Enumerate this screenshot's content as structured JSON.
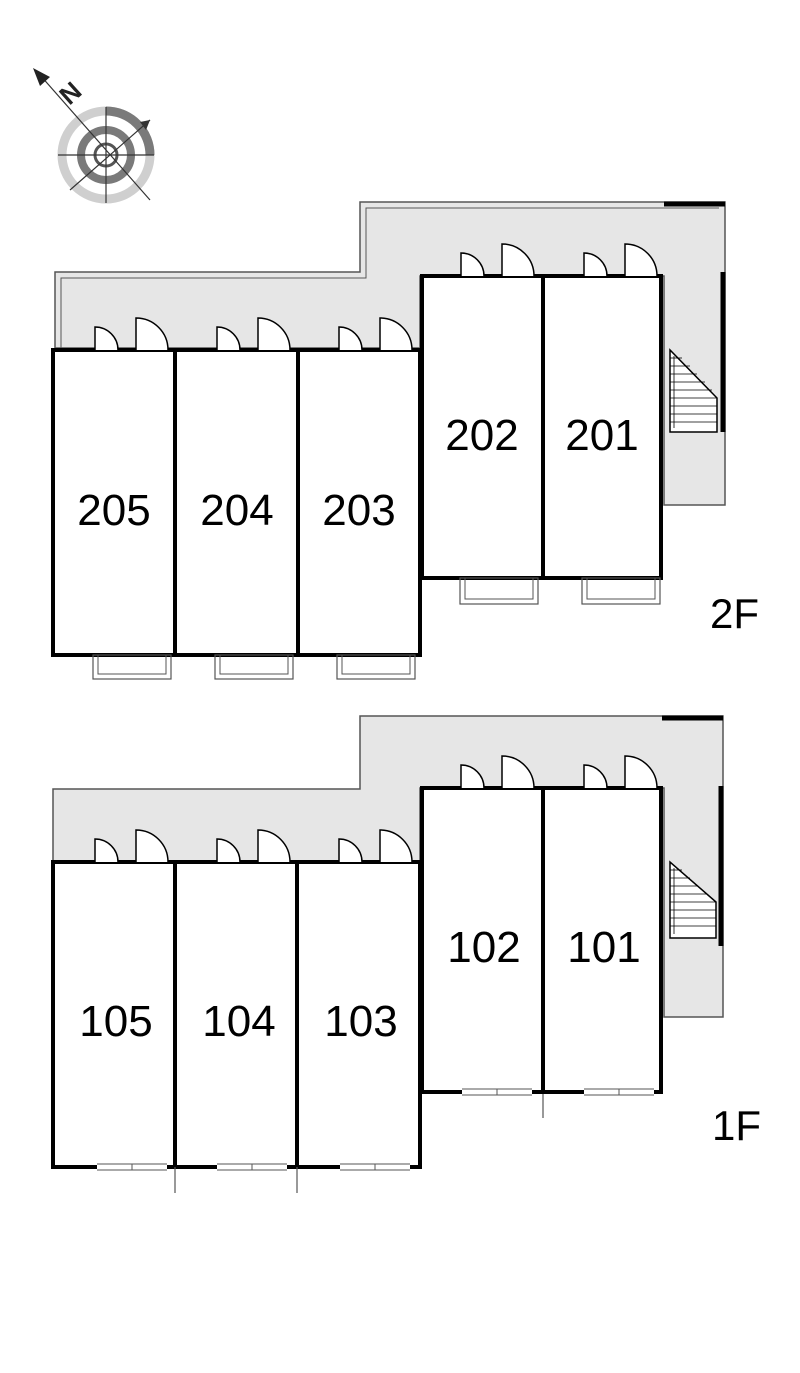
{
  "compass": {
    "north_label": "N",
    "icon": "compass-rose-icon"
  },
  "floors": [
    {
      "id": "2F",
      "label": "2F",
      "units": [
        {
          "id": "205",
          "label": "205"
        },
        {
          "id": "204",
          "label": "204"
        },
        {
          "id": "203",
          "label": "203"
        },
        {
          "id": "202",
          "label": "202"
        },
        {
          "id": "201",
          "label": "201"
        }
      ]
    },
    {
      "id": "1F",
      "label": "1F",
      "units": [
        {
          "id": "105",
          "label": "105"
        },
        {
          "id": "104",
          "label": "104"
        },
        {
          "id": "103",
          "label": "103"
        },
        {
          "id": "102",
          "label": "102"
        },
        {
          "id": "101",
          "label": "101"
        }
      ]
    }
  ],
  "colors": {
    "corridor": "#e6e6e6",
    "wall": "#000000",
    "line": "#555555"
  }
}
